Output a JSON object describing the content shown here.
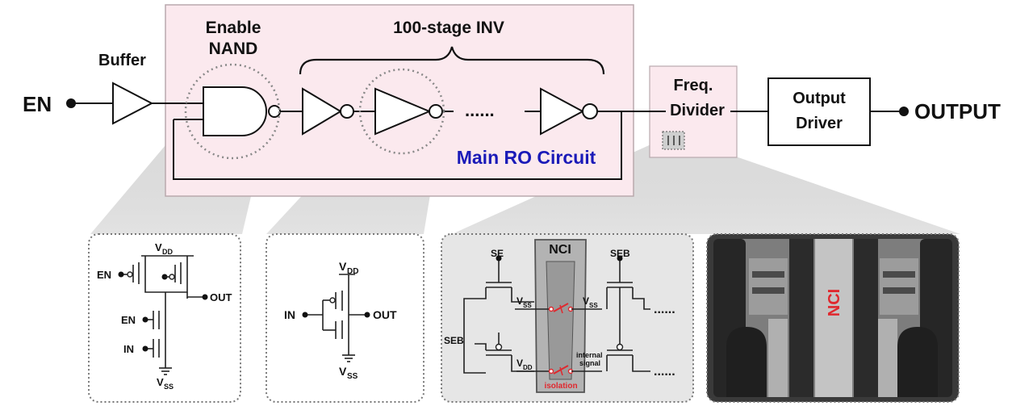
{
  "top": {
    "en_label": "EN",
    "buffer_label": "Buffer",
    "nand_label_1": "Enable",
    "nand_label_2": "NAND",
    "stages_label": "100-stage INV",
    "dots_label": "......",
    "ro_label": "Main RO Circuit",
    "divider_label_1": "Freq.",
    "divider_label_2": "Divider",
    "driver_label_1": "Output",
    "driver_label_2": "Driver",
    "output_label": "OUTPUT"
  },
  "nand_schematic": {
    "vdd": "V",
    "vdd_sub": "DD",
    "vss": "V",
    "vss_sub": "SS",
    "en_top": "EN",
    "en_mid": "EN",
    "in": "IN",
    "out": "OUT"
  },
  "inv_schematic": {
    "vdd": "V",
    "vdd_sub": "DD",
    "vss": "V",
    "vss_sub": "SS",
    "in": "IN",
    "out": "OUT"
  },
  "nci_schematic": {
    "title": "NCI",
    "se": "SE",
    "seb": "SEB",
    "seb_left": "SEB",
    "vss_l": "V",
    "vss_l_sub": "SS",
    "vss_r": "V",
    "vss_r_sub": "SS",
    "vdd_l": "V",
    "vdd_l_sub": "DD",
    "internal_1": "internal",
    "internal_2": "signal",
    "isolation": "isolation",
    "dots_top": "......",
    "dots_bot": "......"
  },
  "micrograph": {
    "label": "NCI"
  },
  "colors": {
    "ro_bg": "#fbe9ee",
    "ro_text": "#1a1ab8",
    "nci_red": "#e0282e",
    "panel_bg": "#e6e6e6",
    "nci_bar": "#b3b3b3"
  }
}
